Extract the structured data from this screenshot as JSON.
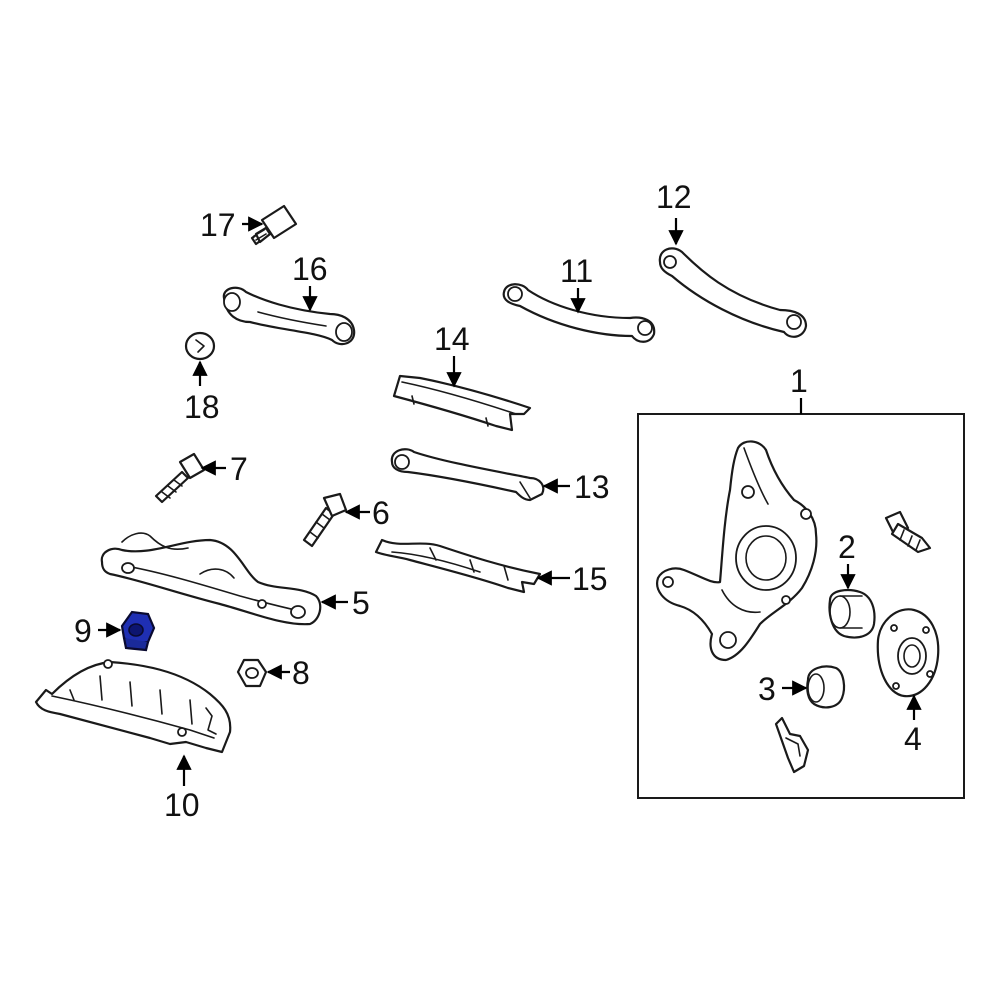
{
  "colors": {
    "line": "#1a1a1a",
    "background": "#ffffff",
    "highlight": "#1f2fb3"
  },
  "highlighted_part": "9",
  "callouts": {
    "c1": "1",
    "c2": "2",
    "c3": "3",
    "c4": "4",
    "c5": "5",
    "c6": "6",
    "c7": "7",
    "c8": "8",
    "c9": "9",
    "c10": "10",
    "c11": "11",
    "c12": "12",
    "c13": "13",
    "c14": "14",
    "c15": "15",
    "c16": "16",
    "c17": "17",
    "c18": "18"
  }
}
